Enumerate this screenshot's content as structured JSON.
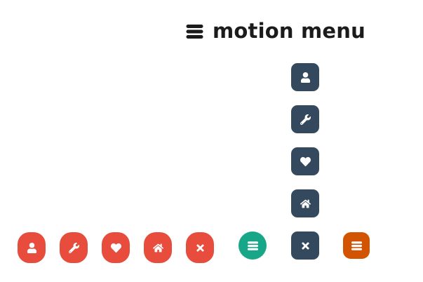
{
  "title": {
    "label": "motion menu",
    "icon": "bars"
  },
  "colors": {
    "background": "#ffffff",
    "text": "#1b1b1b",
    "navy": "#34495e",
    "red": "#e74c3c",
    "teal": "#18a689",
    "orange": "#d35400",
    "icon": "#ffffff"
  },
  "vertical_menu": {
    "items": [
      {
        "id": "user",
        "icon": "user"
      },
      {
        "id": "wrench",
        "icon": "wrench"
      },
      {
        "id": "heart",
        "icon": "heart"
      },
      {
        "id": "home",
        "icon": "home"
      },
      {
        "id": "close",
        "icon": "times"
      }
    ]
  },
  "horizontal_menu": {
    "items": [
      {
        "id": "user",
        "icon": "user"
      },
      {
        "id": "wrench",
        "icon": "wrench"
      },
      {
        "id": "heart",
        "icon": "heart"
      },
      {
        "id": "home",
        "icon": "home"
      },
      {
        "id": "close",
        "icon": "times"
      }
    ],
    "toggle": {
      "id": "menu-toggle-round",
      "icon": "bars"
    }
  },
  "square_menu": {
    "toggle": {
      "id": "menu-toggle-square",
      "icon": "bars"
    }
  }
}
